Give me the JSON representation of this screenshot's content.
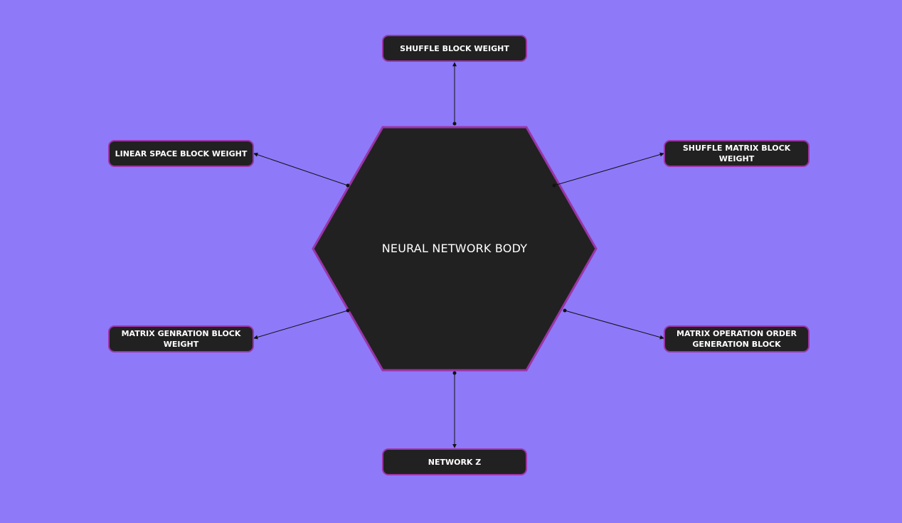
{
  "diagram": {
    "center": {
      "label": "NEURAL NETWORK BODY"
    },
    "nodes": {
      "top": "SHUFFLE BLOCK WEIGHT",
      "upper_left": "LINEAR SPACE BLOCK WEIGHT",
      "upper_right": "SHUFFLE MATRIX BLOCK WEIGHT",
      "lower_left": "MATRIX GENRATION BLOCK WEIGHT",
      "lower_right": "MATRIX OPERATION ORDER GENERATION BLOCK",
      "bottom": "NETWORK Z"
    }
  },
  "colors": {
    "background": "#8e79f9",
    "node_fill": "#212121",
    "node_border": "#9a35a6",
    "text": "#ffffff",
    "connector": "#111111"
  }
}
